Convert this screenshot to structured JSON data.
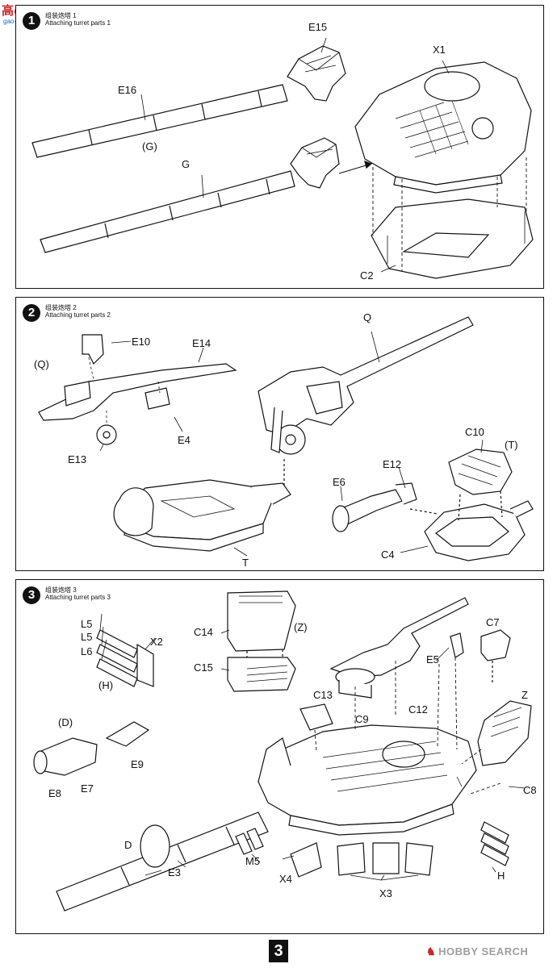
{
  "watermark": {
    "text": "高●网",
    "url": "gao-shou.com"
  },
  "steps": [
    {
      "number": "1",
      "title_cn": "组装炮塔 1",
      "title_en": "Attaching turret parts 1",
      "labels": {
        "e15": "E15",
        "x1": "X1",
        "e16": "E16",
        "g_group": "(G)",
        "g": "G",
        "c2": "C2"
      }
    },
    {
      "number": "2",
      "title_cn": "组装炮塔 2",
      "title_en": "Attaching turret parts 2",
      "labels": {
        "q": "Q",
        "e10": "E10",
        "e14": "E14",
        "q_group": "(Q)",
        "e4": "E4",
        "e13": "E13",
        "c10": "C10",
        "t_group": "(T)",
        "e12": "E12",
        "e6": "E6",
        "c4": "C4",
        "t": "T"
      }
    },
    {
      "number": "3",
      "title_cn": "组装炮塔 3",
      "title_en": "Attaching turret parts 3",
      "labels": {
        "l5a": "L5",
        "l5b": "L5",
        "l6": "L6",
        "x2": "X2",
        "h_group": "(H)",
        "c14": "C14",
        "z_group": "(Z)",
        "c15": "C15",
        "c7": "C7",
        "e5": "E5",
        "z": "Z",
        "c13": "C13",
        "c12": "C12",
        "c9": "C9",
        "d_group": "(D)",
        "e9": "E9",
        "e8": "E8",
        "e7": "E7",
        "c8": "C8",
        "d": "D",
        "e3": "E3",
        "m5": "M5",
        "x4": "X4",
        "x3": "X3",
        "h": "H"
      }
    }
  ],
  "footer": {
    "page_number": "3",
    "brand": "HOBBY SEARCH"
  }
}
